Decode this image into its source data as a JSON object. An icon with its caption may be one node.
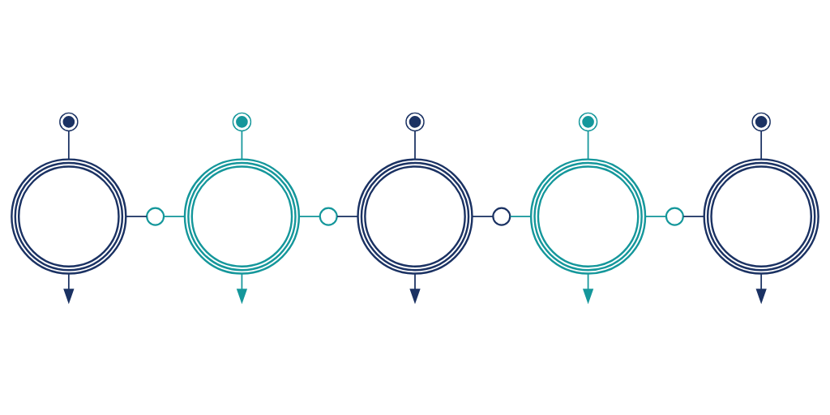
{
  "diagram": {
    "nodes": [
      {
        "text": [],
        "shape": "circle"
      },
      {
        "text": [],
        "shape": "circle"
      },
      {
        "text": [],
        "shape": "circle"
      },
      {
        "text": [],
        "shape": "circle"
      },
      {
        "text": [],
        "shape": "circle"
      },
      {
        "text": [],
        "shape": "picture"
      },
      {
        "text": [],
        "shape": "circle"
      },
      {
        "text": [],
        "shape": "picture"
      },
      {
        "text": [],
        "shape": "circle"
      },
      {
        "text": [],
        "shape": "picture"
      },
      {
        "text": [],
        "shape": "circle"
      },
      {
        "text": [],
        "shape": "picture"
      },
      {
        "text": [],
        "shape": "circle"
      },
      {
        "text": [],
        "shape": "picture"
      }
    ],
    "edges": [
      {
        "from": 0,
        "to": 5,
        "arrow": "none"
      },
      {
        "from": 1,
        "to": 7,
        "arrow": "none",
        "color": "#15979b"
      },
      {
        "from": 2,
        "to": 9,
        "arrow": "none"
      },
      {
        "from": 3,
        "to": 11,
        "arrow": "none",
        "color": "#15979b"
      },
      {
        "from": 4,
        "to": 13,
        "arrow": "none"
      },
      {
        "from": 5,
        "to": 6,
        "arrow": "none"
      },
      {
        "from": 6,
        "to": 7,
        "arrow": "none",
        "color": "#15979b"
      },
      {
        "from": 7,
        "to": 8,
        "arrow": "none",
        "color": "#15979b"
      },
      {
        "from": 8,
        "to": 9,
        "arrow": "none"
      },
      {
        "from": 9,
        "to": 10,
        "arrow": "none"
      },
      {
        "from": 10,
        "to": 11,
        "arrow": "none",
        "color": "#15979b"
      },
      {
        "from": 11,
        "to": 12,
        "arrow": "none",
        "color": "#15979b"
      },
      {
        "from": 12,
        "to": 13,
        "arrow": "none"
      },
      {
        "from": 5,
        "to": null,
        "arrow": "to"
      },
      {
        "from": 7,
        "to": null,
        "arrow": "to",
        "color": "#15979b"
      },
      {
        "from": 9,
        "to": null,
        "arrow": "to"
      },
      {
        "from": 11,
        "to": null,
        "arrow": "to",
        "color": "#15979b"
      },
      {
        "from": 13,
        "to": null,
        "arrow": "to"
      }
    ]
  }
}
